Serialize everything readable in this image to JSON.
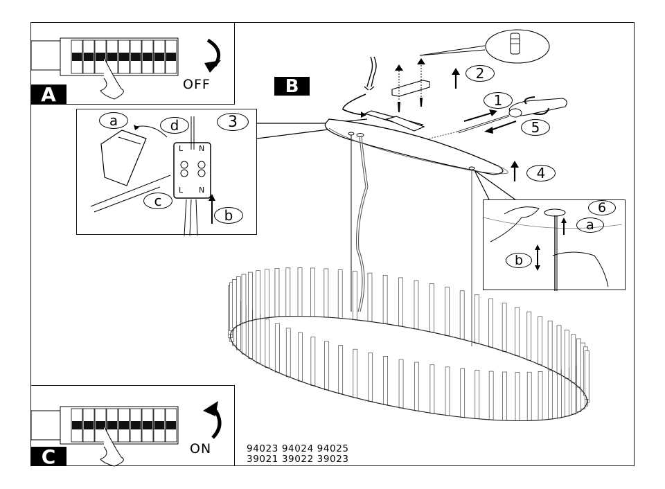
{
  "document": {
    "type": "assembly-instructions",
    "panels": {
      "A": {
        "label": "A",
        "action_text": "OFF",
        "icon": "circuit-breaker-switch-off"
      },
      "B": {
        "label": "B"
      },
      "C": {
        "label": "C",
        "action_text": "ON",
        "icon": "circuit-breaker-switch-on"
      }
    },
    "steps": {
      "main": [
        "1",
        "2",
        "3",
        "4",
        "5",
        "6"
      ],
      "step3_sublabels": [
        "a",
        "b",
        "c",
        "d"
      ],
      "step3_terminal_labels": [
        "L",
        "N",
        "L",
        "N"
      ],
      "step6_sublabels": [
        "a",
        "b"
      ]
    },
    "model_numbers": {
      "row1": "94023 94024 94025",
      "row2": "39021 39022 39023"
    }
  }
}
